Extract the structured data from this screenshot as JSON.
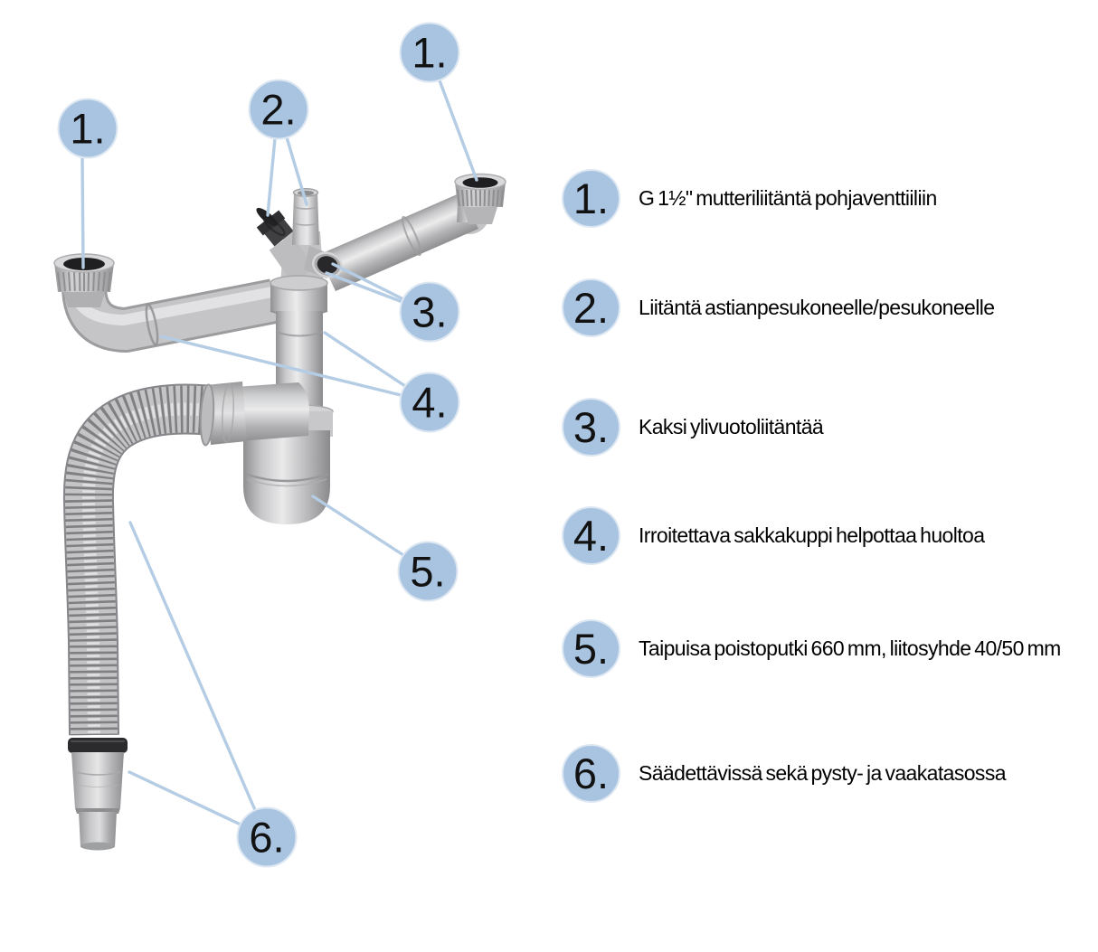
{
  "diagram": {
    "markers": [
      {
        "label": "1."
      },
      {
        "label": "2."
      },
      {
        "label": "1."
      },
      {
        "label": "3."
      },
      {
        "label": "4."
      },
      {
        "label": "5."
      },
      {
        "label": "6."
      }
    ]
  },
  "legend": {
    "items": [
      {
        "num": "1.",
        "text": "G 1½\" mutteriliitäntä pohjaventtiiliin"
      },
      {
        "num": "2.",
        "text": "Liitäntä astianpesukoneelle/pesukoneelle"
      },
      {
        "num": "3.",
        "text": "Kaksi ylivuotoliitäntää"
      },
      {
        "num": "4.",
        "text": "Irroitettava sakkakuppi helpottaa huoltoa"
      },
      {
        "num": "5.",
        "text": "Taipuisa poistoputki 660 mm, liitosyhde 40/50 mm"
      },
      {
        "num": "6.",
        "text": "Säädettävissä sekä pysty- ja vaakatasossa"
      }
    ]
  },
  "colors": {
    "callout_fill": "#a9c4e1",
    "callout_border": "#dce7f2",
    "leader_line": "#b4cce4",
    "pipe_gray": "#c4c4c6",
    "dark_connector": "#3e3e40",
    "background": "#ffffff"
  }
}
